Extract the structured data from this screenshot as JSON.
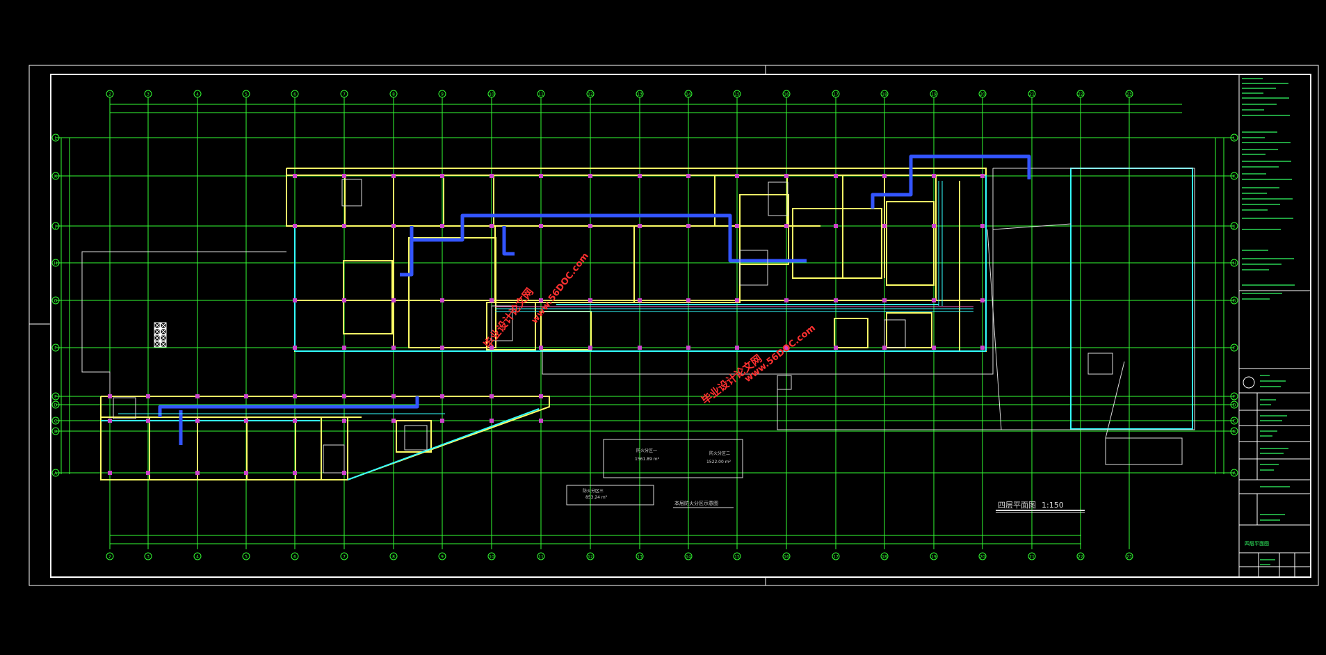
{
  "colors": {
    "background": "#000000",
    "frame": "#ffffff",
    "grid": "#33ff33",
    "wall": "#ffff66",
    "glass": "#33ffff",
    "column": "#cc44cc",
    "duct": "#3355ff",
    "watermark": "#ff2020"
  },
  "grid": {
    "columns": [
      "2",
      "3",
      "4",
      "5",
      "6",
      "7",
      "8",
      "9",
      "10",
      "11",
      "12",
      "13",
      "14",
      "15",
      "16",
      "17",
      "18",
      "19",
      "20",
      "21",
      "22",
      "23"
    ],
    "rows": [
      "L",
      "K",
      "J",
      "H",
      "G",
      "F",
      "E",
      "D",
      "C",
      "B",
      "A"
    ]
  },
  "plan": {
    "title": "四层平面图",
    "scale": "1:150",
    "fire_zone_title": "本层防火分区示意图",
    "zones": [
      {
        "label": "防火分区一",
        "area": "1561.89 m²"
      },
      {
        "label": "防火分区二",
        "area": "1522.00 m²"
      },
      {
        "label": "防火分区三",
        "area": "853.24 m²"
      }
    ]
  },
  "watermarks": [
    {
      "text": "毕业设计论文网"
    },
    {
      "text": "www.56DOC.com"
    },
    {
      "text": "毕业设计论文网"
    },
    {
      "text": "www.56DOC.com"
    }
  ],
  "title_block": {
    "drawing_name": "四层平面图"
  }
}
